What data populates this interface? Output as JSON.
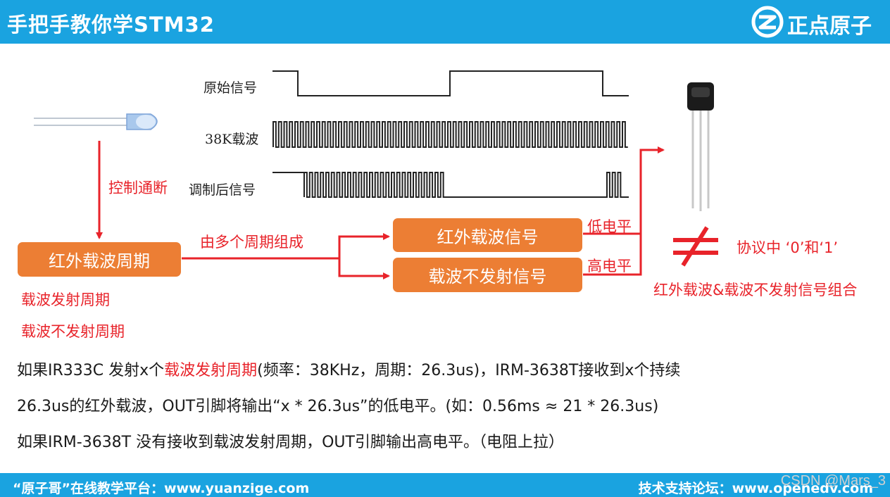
{
  "header": {
    "title": "手把手教你学STM32",
    "logo_text": "正点原子"
  },
  "footer": {
    "left_text": "“原子哥”在线教学平台：www.yuanzige.com",
    "right_text": "技术支持论坛：www.openedv.com",
    "watermark": "CSDN @Mars_3"
  },
  "waveforms": {
    "original_label": "原始信号",
    "carrier_label": "38K载波",
    "modulated_label": "调制后信号"
  },
  "diagram": {
    "control_label": "控制通断",
    "cycle_box": "红外载波周期",
    "multi_label": "由多个周期组成",
    "signal_box_1": "红外载波信号",
    "signal_box_2": "载波不发射信号",
    "low_label": "低电平",
    "high_label": "高电平",
    "emit_period": "载波发射周期",
    "no_emit_period": "载波不发射周期",
    "protocol_label": "协议中 ‘0’和‘1’",
    "combo_label": "红外载波&载波不发射信号组合"
  },
  "paragraphs": {
    "line1_a": "如果IR333C 发射x个",
    "line1_hl": "载波发射周期",
    "line1_b": "(频率：38KHz，周期：26.3us)，IRM-3638T接收到x个持续",
    "line2": "26.3us的红外载波，OUT引脚将输出“x * 26.3us”的低电平。(如：0.56ms ≈ 21 * 26.3us)",
    "line3": "如果IRM-3638T 没有接收到载波发射周期，OUT引脚输出高电平。（电阻上拉）"
  },
  "colors": {
    "header_blue": "#1aa3e0",
    "box_orange": "#ec7e34",
    "arrow_red": "#e8232a"
  }
}
